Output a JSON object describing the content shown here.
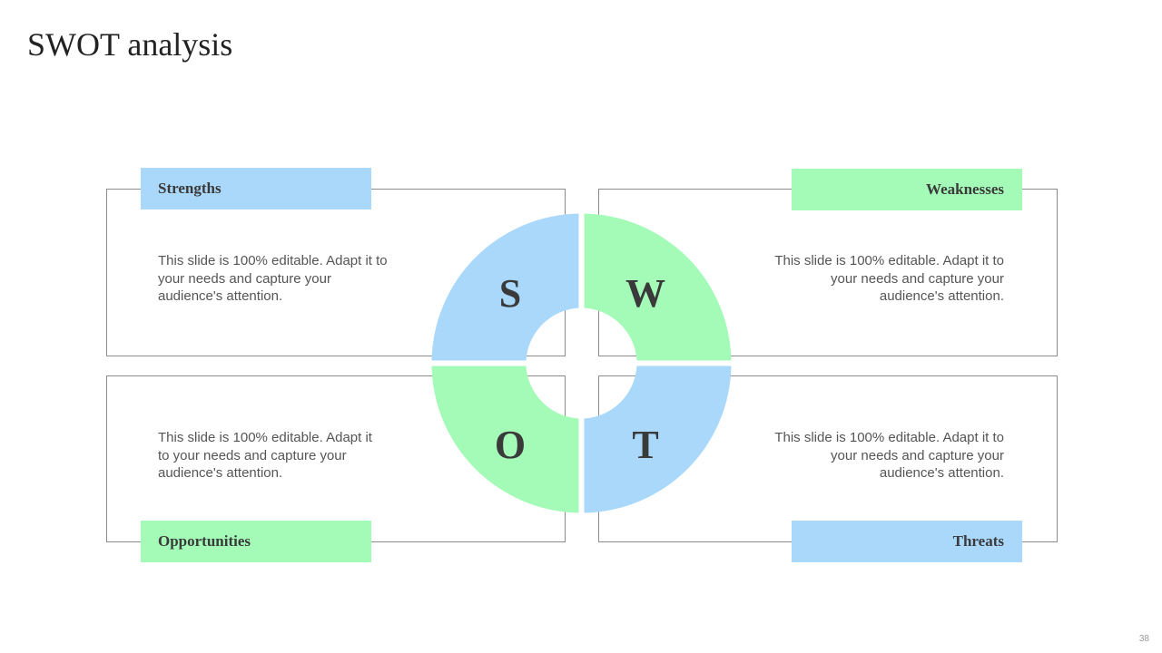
{
  "title": "SWOT analysis",
  "page_number": "38",
  "colors": {
    "blue": "#a9d8fb",
    "green": "#a4fbb8",
    "border": "#8c8c8c"
  },
  "quadrants": [
    {
      "key": "s",
      "letter": "S",
      "label": "Strengths",
      "color": "#a9d8fb",
      "text": "This slide is 100% editable. Adapt it to your needs and capture your audience's attention."
    },
    {
      "key": "w",
      "letter": "W",
      "label": "Weaknesses",
      "color": "#a4fbb8",
      "text": "This slide is 100% editable. Adapt it to your needs and capture your audience's attention."
    },
    {
      "key": "o",
      "letter": "O",
      "label": "Opportunities",
      "color": "#a4fbb8",
      "text": "This slide is 100% editable. Adapt it to your needs and capture your audience's attention."
    },
    {
      "key": "t",
      "letter": "T",
      "label": "Threats",
      "color": "#a9d8fb",
      "text": "This slide is 100% editable. Adapt it to your needs and capture your audience's attention."
    }
  ]
}
